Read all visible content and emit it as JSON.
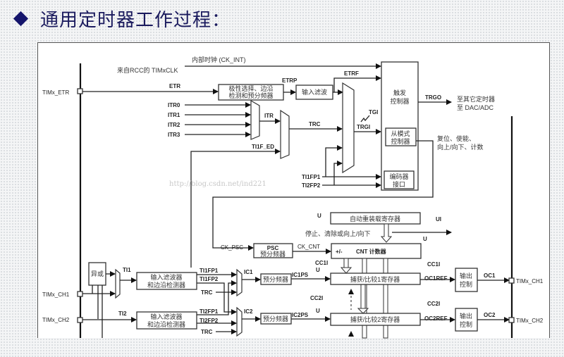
{
  "title": "通用定时器工作过程：",
  "diagram": {
    "ck_int": "内部时钟 (CK_INT)",
    "timxclk": "来自RCC的 TIMxCLK",
    "timx_etr": "TIMx_ETR",
    "etr": "ETR",
    "polarity_block": [
      "极性选择、边沿",
      "检测和预分频器"
    ],
    "etrp": "ETRP",
    "input_filter": "输入滤波",
    "etrf": "ETRF",
    "trigger_ctrl": [
      "触发",
      "控制器"
    ],
    "trgo": "TRGO",
    "trgo_dest": [
      "至其它定时器",
      "至 DAC/ADC"
    ],
    "itr": [
      "ITR0",
      "ITR1",
      "ITR2",
      "ITR3"
    ],
    "itr_out": "ITR",
    "ti1f_ed": "TI1F_ED",
    "trc": "TRC",
    "tgi": "TGI",
    "trgi": "TRGI",
    "slave_ctrl": [
      "从模式",
      "控制器"
    ],
    "slave_out": [
      "复位、使能、",
      "向上/向下、计数"
    ],
    "encoder": [
      "编码器",
      "接口"
    ],
    "ti1fp1": "TI1FP1",
    "ti1fp2": "TI1FP2",
    "ti2fp1": "TI2FP1",
    "ti2fp2": "TI2FP2",
    "watermark": "http://blog.csdn.net/ind221",
    "arr": "自动重装载寄存器",
    "u": "U",
    "ui": "UI",
    "stop_clear": "停止、清除或向上/向下",
    "ck_psc": "CK_PSC",
    "psc": [
      "PSC",
      "预分频器"
    ],
    "ck_cnt": "CK_CNT",
    "cnt_sign": "+/-",
    "cnt": "CNT 计数器",
    "cc1i": "CC1I",
    "cc2i": "CC2I",
    "ic1ps": "IC1PS",
    "ic2ps": "IC2PS",
    "ccr1": "捕获/比较1寄存器",
    "ccr2": "捕获/比较2寄存器",
    "oc1ref": "OC1REF",
    "oc2ref": "OC2REF",
    "output_ctrl": [
      "输出",
      "控制"
    ],
    "oc1": "OC1",
    "oc2": "OC2",
    "timx_ch1": "TIMx_CH1",
    "timx_ch2": "TIMx_CH2",
    "xor": "异或",
    "ti1": "TI1",
    "ti2": "TI2",
    "filter_edge": [
      "输入滤波器",
      "和边沿检测器"
    ],
    "ic1": "IC1",
    "ic2": "IC2",
    "prescaler": "预分频器"
  }
}
